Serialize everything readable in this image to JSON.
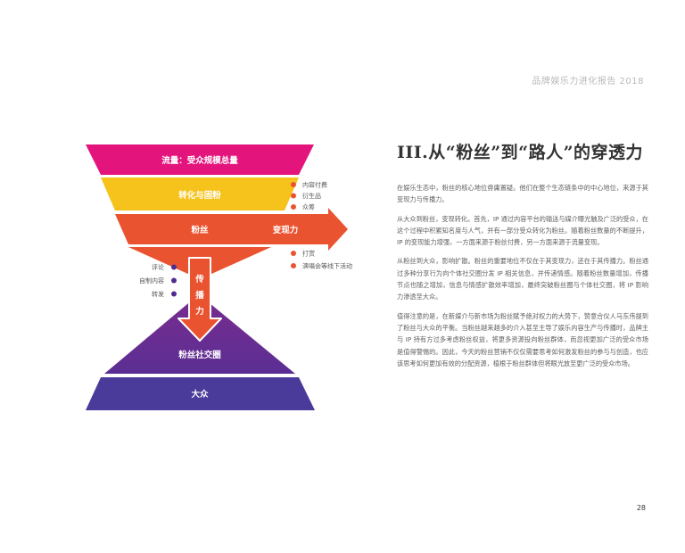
{
  "header": {
    "report_title": "品牌娱乐力进化报告 2018"
  },
  "section": {
    "title": "III.从“粉丝”到“路人”的穿透力"
  },
  "diagram": {
    "layers": {
      "traffic": "流量：受众规模总量",
      "conversion": "转化与固粉",
      "fans": "粉丝",
      "monetization": "变现力",
      "spread": [
        "传",
        "播",
        "力"
      ],
      "social": "粉丝社交圈",
      "public": "大众"
    },
    "monetization_items_top": [
      "内容付费",
      "衍生品",
      "众筹"
    ],
    "monetization_items_bottom": [
      "打赏",
      "演唱会等线下活动"
    ],
    "spread_items": [
      "评论",
      "自制内容",
      "转发"
    ]
  },
  "paragraphs": [
    "在娱乐生态中，粉丝的核心地位毋庸置疑。他们在整个生态链条中的中心地位，来源于其变现力与传播力。",
    "从大众到粉丝，变现转化。首先，IP 通过内容平台的输送与媒介曝光触及广泛的受众，在这个过程中积累知名度与人气，并有一部分受众转化为粉丝。随着粉丝数量的不断提升，IP 的变现能力增强，一方面来源于粉丝付费，另一方面来源于流量变现。",
    "从粉丝到大众，影响扩散。粉丝的重要地位不仅在于其变现力，还在于其传播力。粉丝通过多种分享行为向个体社交圈分发 IP 相关信息，并传递情感。随着粉丝数量增加，传播节点也随之增加，信息与情感扩散效率增加，最终突破粉丝圈与个体社交圈，将 IP 影响力渗透至大众。",
    "值得注意的是，在新媒介与新市场为粉丝赋予绝对权力的大势下，赞意合仪人马东伟提到了粉丝与大众的平衡。当粉丝越来越多的介入甚至主导了娱乐内容生产与传播时，品牌主与 IP 持有方过多考虑粉丝权益，将更多资源投向粉丝群体，而忽视更加广泛的受众市场是值得警惕的。因此，今天的粉丝营销不仅仅需要思考如何激发粉丝的参与与创造，也应该思考如何更加有效的分配资源，植根于粉丝群体但将眼光放至更广泛的受众市场。"
  ],
  "page_number": "28",
  "colors": {
    "magenta": "#e4147d",
    "yellow": "#f5c31b",
    "orange": "#ea5330",
    "purple": "#6a2c91",
    "indigo": "#4a3a9a",
    "dot_orange": "#ea5330",
    "dot_purple": "#4f2d8f"
  }
}
